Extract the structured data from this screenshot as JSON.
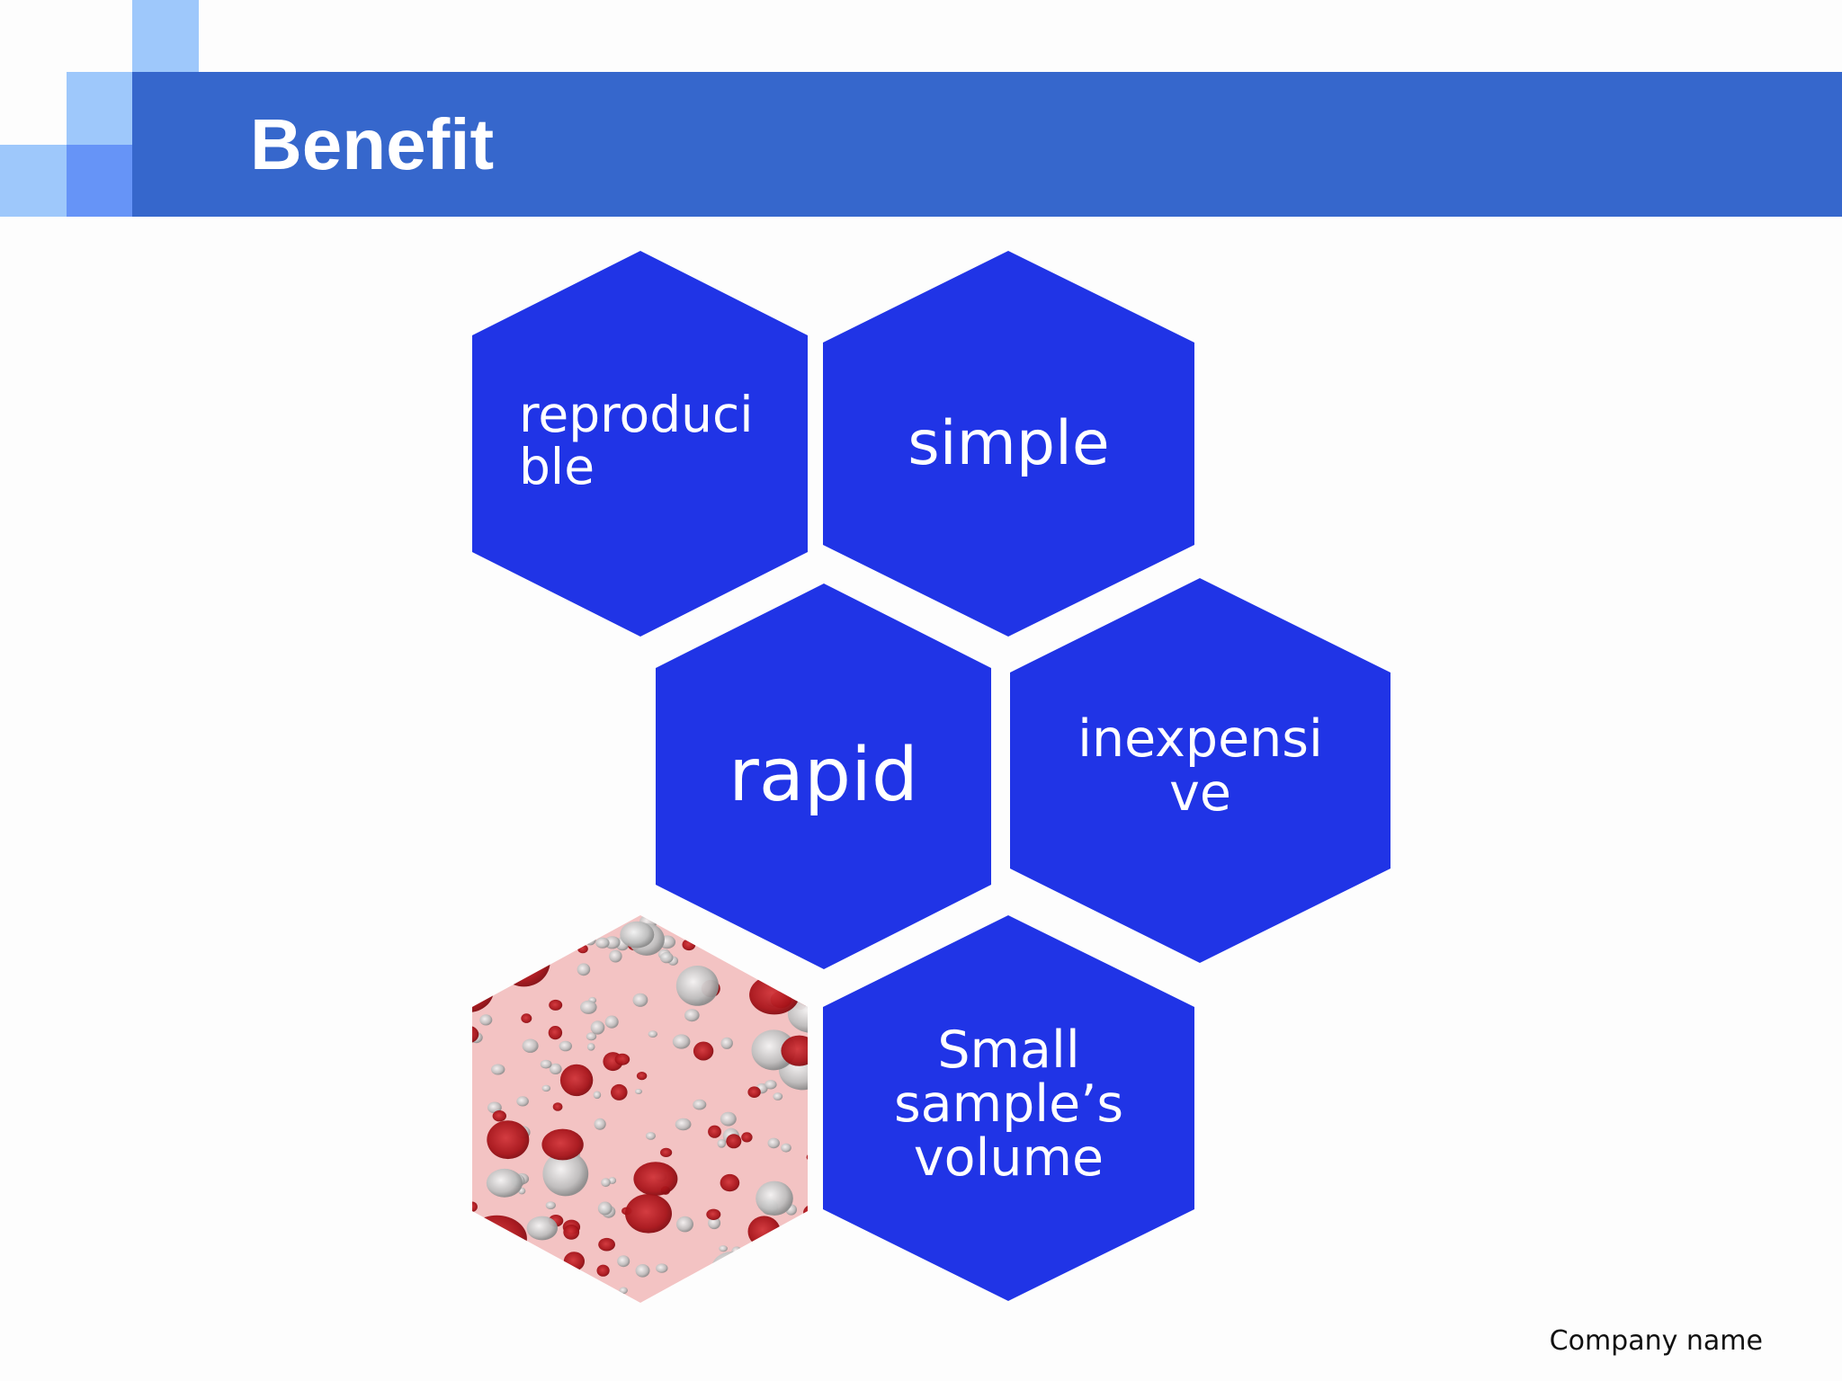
{
  "slide": {
    "title": "Benefit",
    "footer": "Company name"
  },
  "colors": {
    "title_bar": "#3667cc",
    "hexagon_fill": "#2034e6",
    "deco_light": "#9ec8fb",
    "deco_mid": "#6694f7",
    "image_tint": "#f3c3c3",
    "red_cell": "#a8141a",
    "white_cell": "#c9c9c9"
  },
  "hexagons": [
    {
      "label": "reproduci\nble"
    },
    {
      "label": "simple"
    },
    {
      "label": "rapid"
    },
    {
      "label": "inexpensi\nve"
    },
    {
      "label": "Small\nsample’s\nvolume"
    }
  ],
  "image_hexagon": {
    "icon": "blood-cells-image"
  }
}
